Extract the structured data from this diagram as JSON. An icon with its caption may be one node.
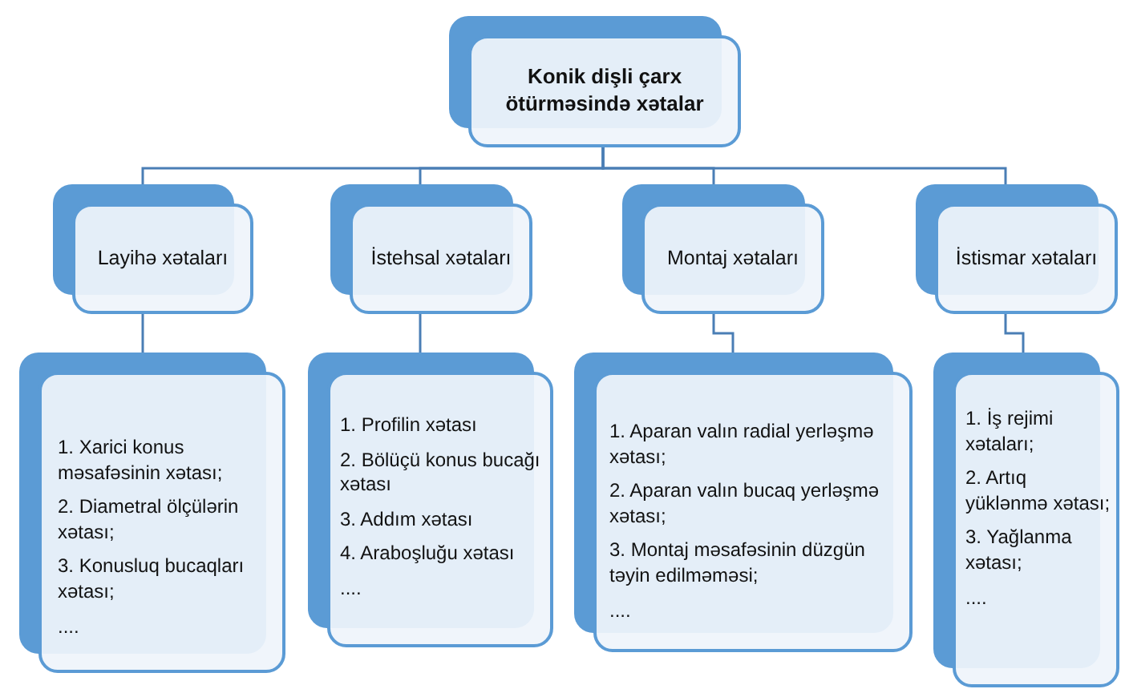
{
  "diagram": {
    "nodes": [
      {
        "text": [
          "Konik dişli çarx ötürməsində xətalar"
        ]
      },
      {
        "text": [
          "Layihə xətaları"
        ]
      },
      {
        "text": [
          "İstehsal xətaları"
        ]
      },
      {
        "text": [
          "Montaj xətaları"
        ]
      },
      {
        "text": [
          "İstismar xətaları"
        ]
      },
      {
        "text": [
          "1. Xarici konus məsafəsinin xətası;",
          "2. Diametral ölçülərin xətası;",
          "3. Konusluq bucaqları xətası;",
          "...."
        ]
      },
      {
        "text": [
          "1. Profilin xətası",
          "2. Bölüçü konus bucağı xətası",
          "3. Addım xətası",
          "4. Araboşluğu xətası",
          "...."
        ]
      },
      {
        "text": [
          "1. Aparan valın radial yerləşmə xətası;",
          "2. Aparan valın bucaq yerləşmə xətası;",
          "3. Montaj məsafəsinin düzgün təyin edilməməsi;",
          "...."
        ]
      },
      {
        "text": [
          "1. İş rejimi xətaları;",
          "2. Artıq yüklənmə xətası;",
          "3. Yağlanma xətası;",
          "...."
        ]
      }
    ],
    "edges": [
      {
        "from": 0,
        "to": 1,
        "arrow": "none"
      },
      {
        "from": 0,
        "to": 2,
        "arrow": "none"
      },
      {
        "from": 0,
        "to": 3,
        "arrow": "none"
      },
      {
        "from": 0,
        "to": 4,
        "arrow": "none"
      },
      {
        "from": 1,
        "to": 5,
        "arrow": "none"
      },
      {
        "from": 2,
        "to": 6,
        "arrow": "none"
      },
      {
        "from": 3,
        "to": 7,
        "arrow": "none"
      },
      {
        "from": 4,
        "to": 8,
        "arrow": "none"
      }
    ]
  }
}
